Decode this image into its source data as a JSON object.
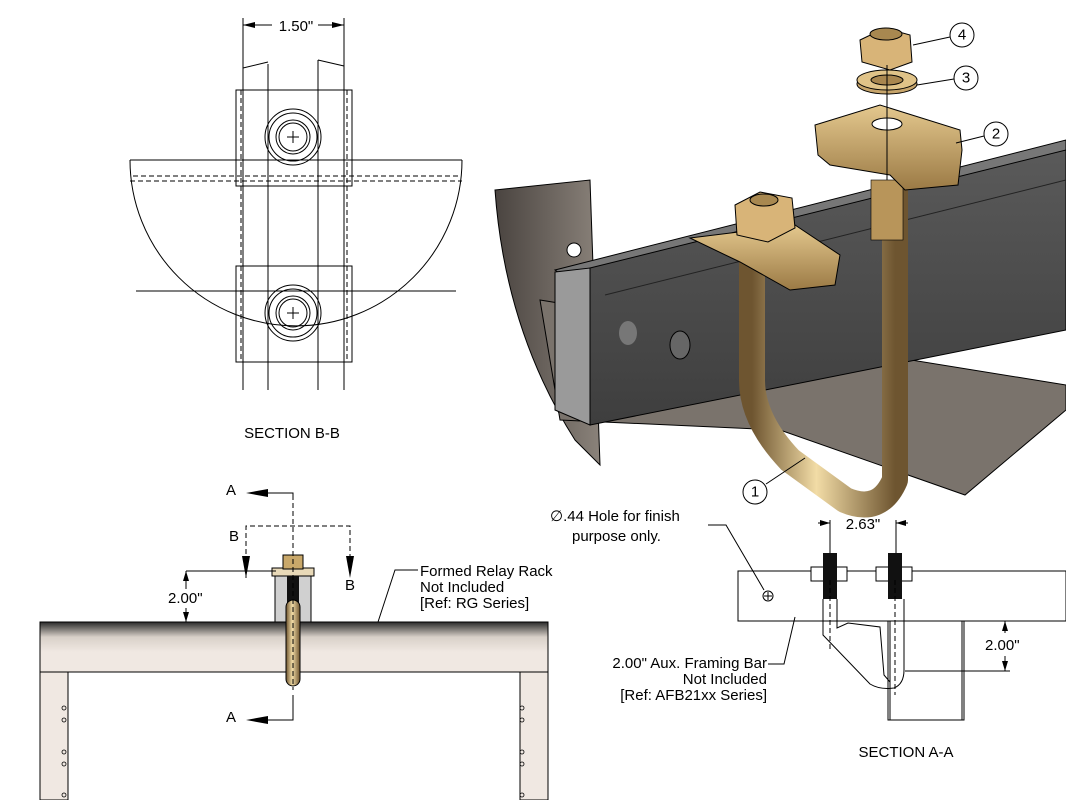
{
  "drawing": {
    "section_bb": {
      "title": "SECTION B-B",
      "width_dimension": "1.50\""
    },
    "section_aa": {
      "title": "SECTION A-A",
      "spacing_dimension": "2.63\"",
      "height_dimension": "2.00\""
    },
    "front_view": {
      "height_dimension": "2.00\"",
      "cut_labels": {
        "a_top": "A",
        "a_bottom": "A",
        "b_left": "B",
        "b_right": "B"
      }
    },
    "notes": {
      "relay_rack": [
        "Formed Relay Rack",
        "Not Included",
        "[Ref: RG Series]"
      ],
      "hole": [
        "∅.44 Hole for finish",
        "purpose only."
      ],
      "framing_bar": [
        "2.00\" Aux. Framing Bar",
        "Not Included",
        "[Ref: AFB21xx Series]"
      ]
    },
    "balloons": [
      {
        "number": "1",
        "part": "j-bolt"
      },
      {
        "number": "2",
        "part": "clamp-bracket"
      },
      {
        "number": "3",
        "part": "washer"
      },
      {
        "number": "4",
        "part": "hex-nut"
      }
    ],
    "colors": {
      "bronze": "#c9a86a",
      "bronze_dark": "#8a6a3a",
      "steel_dark": "#4d4d4d",
      "steel_mid": "#7a736c",
      "rack_fill": "#f0e8e2",
      "line": "#000000"
    }
  }
}
